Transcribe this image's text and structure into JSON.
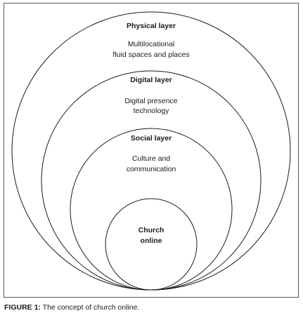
{
  "diagram": {
    "layers": [
      {
        "title": "Physical layer",
        "description": [
          "Multilocational",
          "fluid spaces and places"
        ]
      },
      {
        "title": "Digital layer",
        "description": [
          "Digital presence",
          "technology"
        ]
      },
      {
        "title": "Social layer",
        "description": [
          "Culture and",
          "communication"
        ]
      }
    ],
    "core": {
      "lines": [
        "Church",
        "online"
      ]
    }
  },
  "caption": {
    "label": "FIGURE 1:",
    "text": " The concept of church online."
  }
}
